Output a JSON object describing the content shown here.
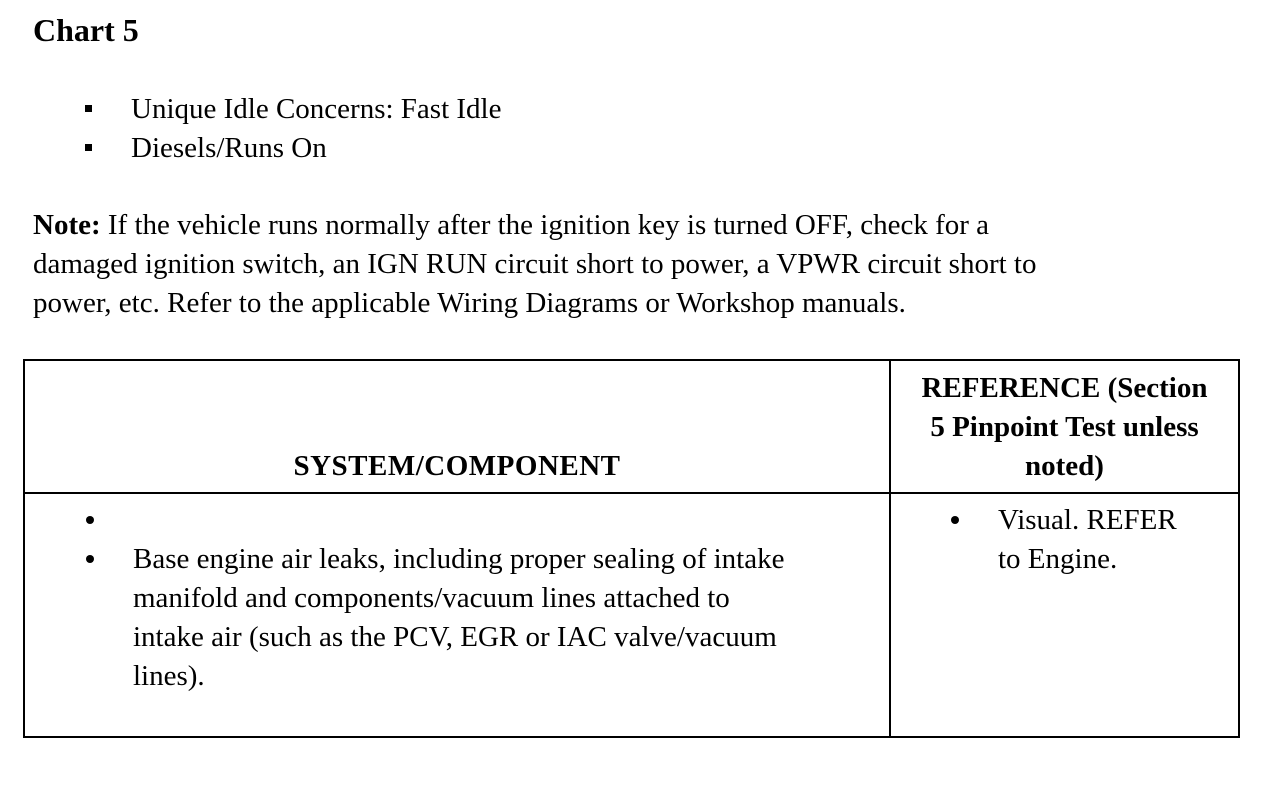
{
  "title": "Chart 5",
  "bullets": [
    "Unique Idle Concerns: Fast Idle",
    "Diesels/Runs On"
  ],
  "note": {
    "label": "Note:",
    "line1": " If the vehicle runs normally after the ignition key is turned OFF, check for a",
    "line2": "damaged ignition switch, an IGN RUN circuit short to power, a VPWR circuit short to",
    "line3": "power, etc. Refer to the applicable Wiring Diagrams or Workshop manuals."
  },
  "table": {
    "header_system": "SYSTEM/COMPONENT",
    "header_reference": {
      "line1": "REFERENCE (Section",
      "line2": "5 Pinpoint Test unless",
      "line3": "noted)"
    },
    "system_items": [
      {
        "lines": [
          ""
        ]
      },
      {
        "lines": [
          "Base engine air leaks, including proper sealing of intake",
          "manifold and components/vacuum lines attached to",
          "intake air (such as the PCV, EGR or IAC valve/vacuum",
          "lines)."
        ]
      }
    ],
    "reference_items": [
      {
        "lines": [
          "Visual. REFER",
          "to Engine."
        ]
      }
    ]
  }
}
